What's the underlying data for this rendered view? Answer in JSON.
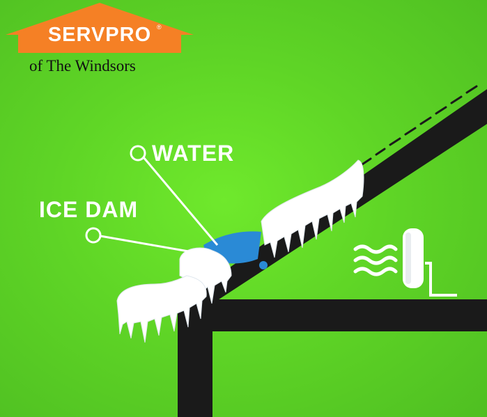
{
  "logo": {
    "brand": "SERVPRO",
    "registered_mark": "®",
    "subtitle": "of The Windsors",
    "brand_color": "#f58025"
  },
  "labels": {
    "water": "WATER",
    "ice_dam": "ICE DAM"
  },
  "colors": {
    "background": "#5fd526",
    "roof": "#1a1a1a",
    "water": "#2a8ad6",
    "snow": "#ffffff"
  },
  "icons": [
    "heat-waves-icon",
    "radiator-icon"
  ]
}
